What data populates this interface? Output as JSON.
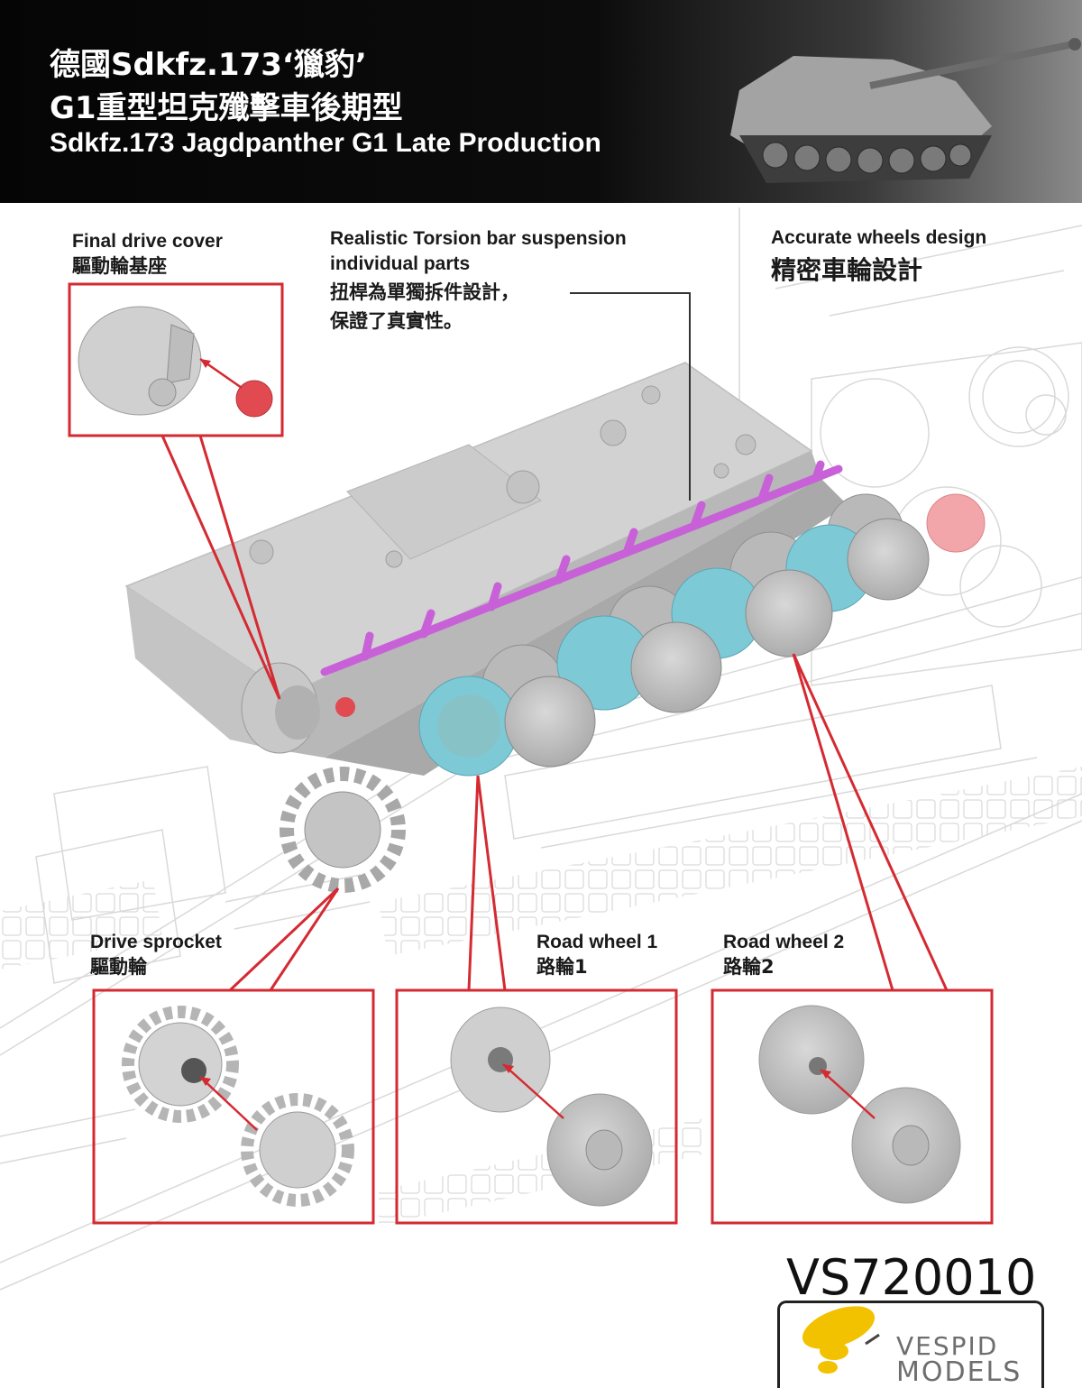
{
  "header": {
    "title_zh_1": "德國Sdkfz.173‘獵豹’",
    "title_zh_2": "G1重型坦克殲擊車後期型",
    "title_en": "Sdkfz.173 Jagdpanther G1 Late Production"
  },
  "callouts": {
    "final_drive": {
      "en": "Final drive cover",
      "zh": "驅動輪基座"
    },
    "torsion": {
      "en_1": "Realistic Torsion bar suspension",
      "en_2": "individual parts",
      "zh_1": "扭桿為單獨拆件設計，",
      "zh_2": "保證了真實性。"
    },
    "wheels": {
      "en": "Accurate wheels design",
      "zh": "精密車輪設計"
    },
    "sprocket": {
      "en": "Drive sprocket",
      "zh": "驅動輪"
    },
    "road1": {
      "en": "Road wheel 1",
      "zh": "路輪1"
    },
    "road2": {
      "en": "Road wheel 2",
      "zh": "路輪2"
    }
  },
  "product_code": "VS720010",
  "brand": {
    "line1": "VESPID",
    "line2": "MODELS"
  },
  "colors": {
    "header_bg": "#0a0a0a",
    "callout_red": "#d42a32",
    "part_grey": "#c9c9c9",
    "torsion_magenta": "#c860d8",
    "wheel_blue": "#7ec9d6",
    "drive_red": "#e85a62",
    "logo_yellow": "#f2c200"
  }
}
